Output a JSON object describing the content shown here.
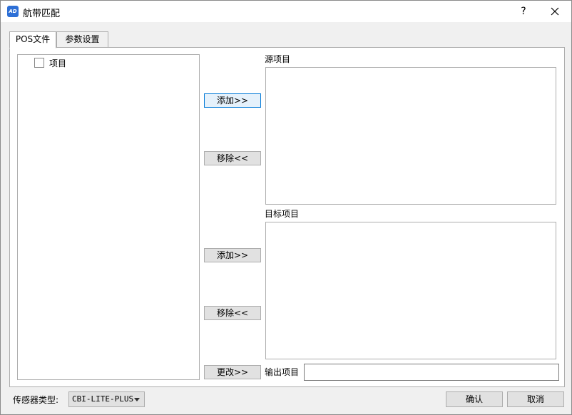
{
  "window": {
    "app_icon_text": "AD",
    "title": "航带匹配",
    "help_label": "?"
  },
  "tabs": [
    {
      "label": "POS文件",
      "active": true
    },
    {
      "label": "参数设置",
      "active": false
    }
  ],
  "tree": {
    "root_label": "项目",
    "root_checked": false
  },
  "source": {
    "label": "源项目",
    "add_label": "添加>>",
    "remove_label": "移除<<"
  },
  "target": {
    "label": "目标项目",
    "add_label": "添加>>",
    "remove_label": "移除<<"
  },
  "output": {
    "change_label": "更改>>",
    "label": "输出项目",
    "value": ""
  },
  "sensor": {
    "label": "传感器类型:",
    "selected": "CBI-LITE-PLUS"
  },
  "footer": {
    "ok_label": "确认",
    "cancel_label": "取消"
  },
  "colors": {
    "accent": "#0078d7",
    "app_icon": "#2d6fd6"
  }
}
